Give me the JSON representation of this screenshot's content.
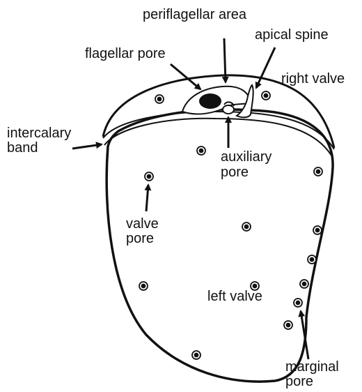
{
  "labels": {
    "periflagellar_area": "periflagellar area",
    "apical_spine": "apical spine",
    "flagellar_pore": "flagellar pore",
    "right_valve": "right valve",
    "intercalary_band_line1": "intercalary",
    "intercalary_band_line2": "band",
    "auxiliary_pore_line1": "auxiliary",
    "auxiliary_pore_line2": "pore",
    "valve_pore_line1": "valve",
    "valve_pore_line2": "pore",
    "left_valve": "left valve",
    "marginal_pore_line1": "marginal",
    "marginal_pore_line2": "pore"
  },
  "colors": {
    "ink": "#111111",
    "background": "#ffffff"
  }
}
